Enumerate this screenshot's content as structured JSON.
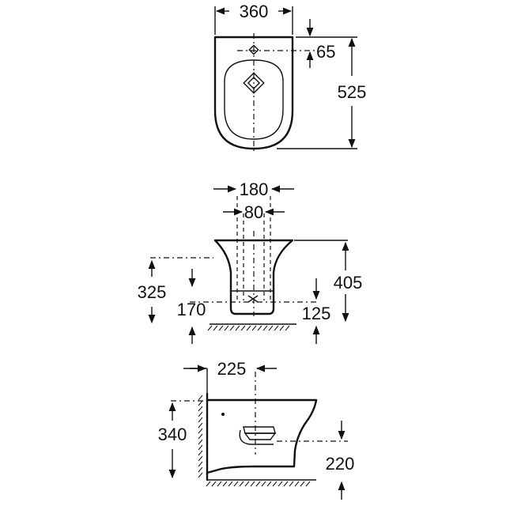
{
  "top_view": {
    "width": "360",
    "tap_offset": "65",
    "length": "525"
  },
  "front_view": {
    "outer_spacing": "180",
    "inner_spacing": "80",
    "fixing_height": "325",
    "waste_height": "170",
    "rim_height": "405",
    "outlet_height": "125"
  },
  "side_view": {
    "waste_distance": "225",
    "rear_height": "340",
    "outlet_height": "220"
  }
}
